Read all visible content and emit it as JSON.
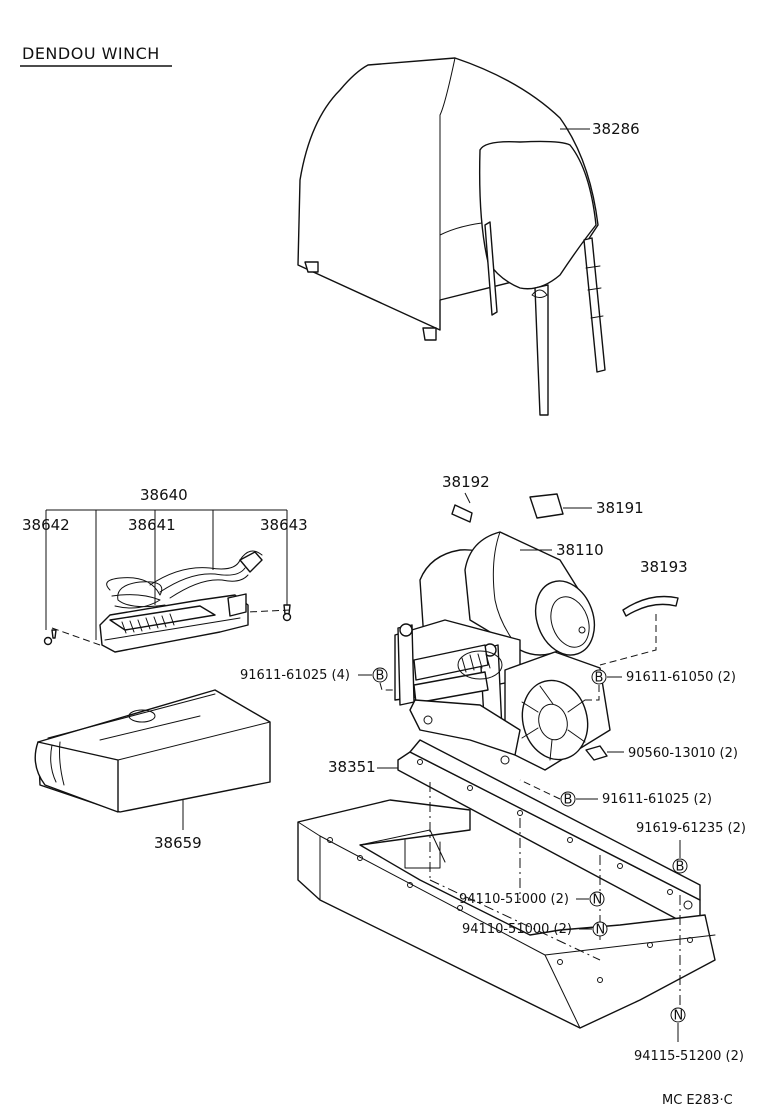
{
  "title": "DENDOU WINCH",
  "drawing_code": "MC  E283·C",
  "parts": {
    "cover": "38286",
    "controller_set": "38640",
    "controller_bolt_left": "38642",
    "controller": "38641",
    "controller_bolt_right": "38643",
    "case": "38659",
    "label_small": "38192",
    "label_plate": "38191",
    "motor_assy": "38110",
    "label_curved": "38193",
    "bracket": "38351",
    "bolt_a": "91611-61025 (4)",
    "bolt_b": "91611-61050 (2)",
    "clip": "90560-13010 (2)",
    "bolt_c": "91611-61025 (2)",
    "bolt_d": "91619-61235 (2)",
    "nut_a": "94110-51000 (2)",
    "nut_b": "94110-51000 (2)",
    "nut_c": "94115-51200 (2)"
  },
  "callout_letters": {
    "b": "B",
    "n": "N"
  }
}
